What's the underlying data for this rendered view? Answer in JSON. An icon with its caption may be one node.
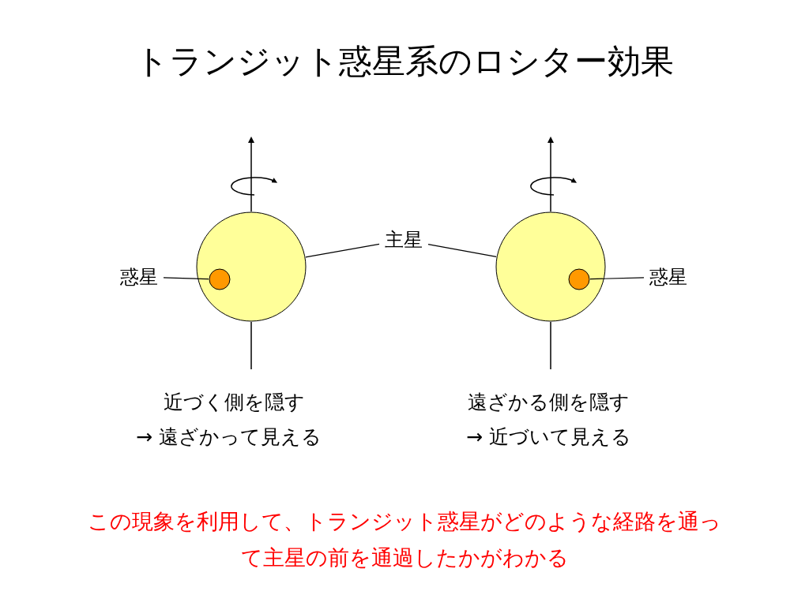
{
  "diagram": {
    "title": "トランジット惑星系のロシター効果",
    "caption": "この現象を利用して、トランジット惑星がどのような経路を通って主星の前を通過したかがわかる",
    "nodes": [
      {
        "text": [
          "惑星"
        ]
      },
      {
        "text": [],
        "shape": "circle"
      },
      {
        "text": [],
        "shape": "circle",
        "in": 1
      },
      {
        "text": [
          "主星"
        ]
      },
      {
        "text": [],
        "shape": "circle"
      },
      {
        "text": [],
        "shape": "circle",
        "in": 4
      },
      {
        "text": [
          "惑星"
        ]
      }
    ],
    "edges": [
      {
        "from": 0,
        "to": 2,
        "arrow": "none"
      },
      {
        "from": 3,
        "to": 1,
        "arrow": "none"
      },
      {
        "from": 3,
        "to": 4,
        "arrow": "none"
      },
      {
        "from": 6,
        "to": 5,
        "arrow": "none"
      }
    ],
    "labels": [
      "近づく側を隠す",
      "→ 遠ざかって見える",
      "遠ざかる側を隠す",
      "→ 近づいて見える"
    ]
  }
}
